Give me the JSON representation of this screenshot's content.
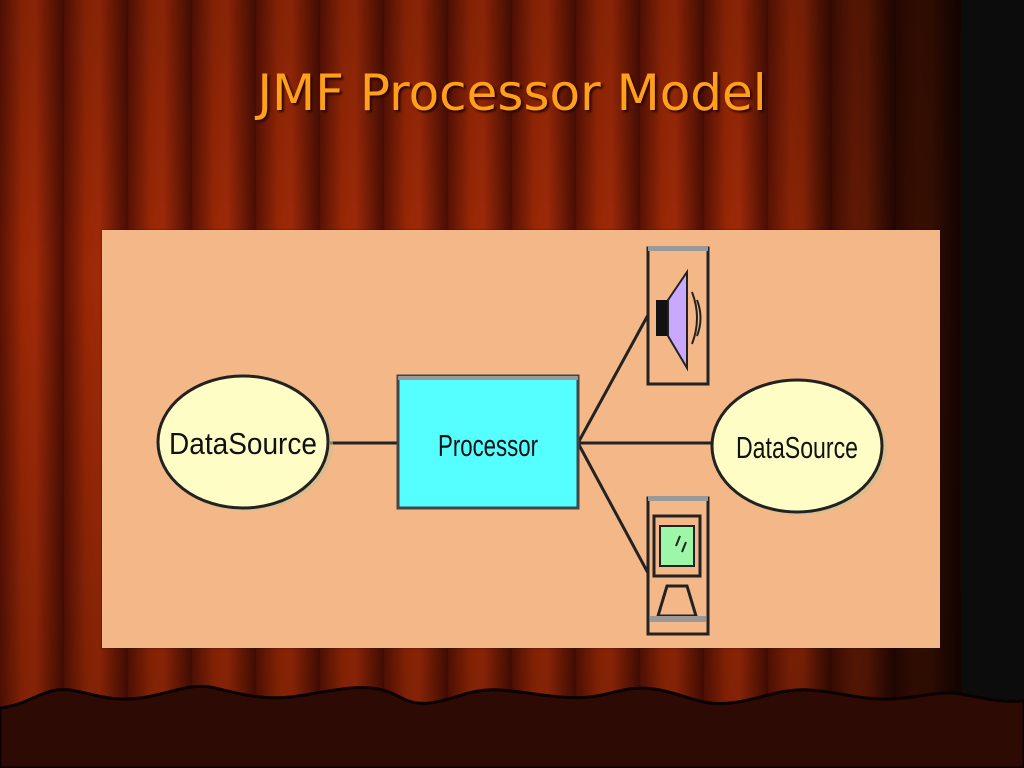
{
  "slide": {
    "title": "JMF Processor Model"
  },
  "diagram": {
    "nodes": {
      "source": {
        "label": "DataSource",
        "shape": "ellipse",
        "fill": "#fffdc6"
      },
      "processor": {
        "label": "Processor",
        "shape": "rectangle",
        "fill": "#55ffff"
      },
      "destination": {
        "label": "DataSource",
        "shape": "ellipse",
        "fill": "#fffdc6"
      },
      "speaker": {
        "icon": "speaker-icon"
      },
      "monitor": {
        "icon": "monitor-icon"
      }
    },
    "edges": [
      {
        "from": "source",
        "to": "processor"
      },
      {
        "from": "processor",
        "to": "speaker"
      },
      {
        "from": "processor",
        "to": "destination"
      },
      {
        "from": "processor",
        "to": "monitor"
      }
    ]
  },
  "theme": {
    "panel_color": "#f4b888",
    "title_color": "#ff9f1a",
    "curtain_color": "#8a1e06"
  }
}
